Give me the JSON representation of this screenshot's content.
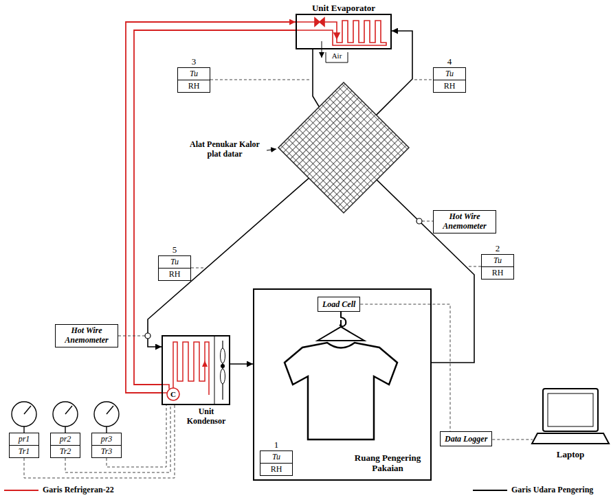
{
  "diagram": {
    "nodes": [
      {
        "text": [
          "Unit Evaporator"
        ]
      },
      {
        "text": [
          "3",
          "Tu",
          "RH"
        ]
      },
      {
        "text": [
          "4",
          "Tu",
          "RH"
        ]
      },
      {
        "text": [
          "Hot Wire Anemometer"
        ]
      },
      {
        "text": [
          "5",
          "Tu",
          "RH"
        ]
      },
      {
        "text": [
          "2",
          "Tu",
          "RH"
        ]
      },
      {
        "text": [
          "Hot Wire Anemometer"
        ]
      },
      {
        "text": [
          "pr1",
          "Tr1"
        ]
      },
      {
        "text": [
          "pr2",
          "Tr2"
        ]
      },
      {
        "text": [
          "pr3",
          "Tr3"
        ]
      },
      {
        "text": [
          "Unit Kondensor"
        ]
      },
      {
        "text": [
          "Ruang Pengering Pakaian"
        ]
      },
      {
        "text": [
          "Load Cell"
        ],
        "in": 11
      },
      {
        "text": [
          "1",
          "Tu",
          "RH"
        ],
        "in": 11
      },
      {
        "text": [
          "Data Logger"
        ]
      },
      {
        "text": [
          "Laptop"
        ]
      }
    ],
    "edges": [
      {
        "from": 10,
        "to": 11,
        "arrow": "to"
      },
      {
        "from": 11,
        "to": 0,
        "arrow": "to"
      },
      {
        "from": 0,
        "to": 10,
        "arrow": "to"
      },
      {
        "from": 10,
        "to": 0,
        "arrow": "to"
      },
      {
        "from": 0,
        "to": 10,
        "arrow": "none"
      },
      {
        "from": 12,
        "to": 14,
        "arrow": "none"
      },
      {
        "from": 14,
        "to": 15,
        "arrow": "none"
      },
      {
        "from": 7,
        "to": 10,
        "arrow": "none"
      },
      {
        "from": 8,
        "to": 10,
        "arrow": "none"
      },
      {
        "from": 9,
        "to": 10,
        "arrow": "none"
      }
    ],
    "labels": [
      "Alat Penukar Kalor plat datar",
      "Air",
      "C"
    ],
    "legend": [
      {
        "text": "Garis Refrigeran-22"
      },
      {
        "text": "Garis Udara Pengering"
      }
    ]
  }
}
